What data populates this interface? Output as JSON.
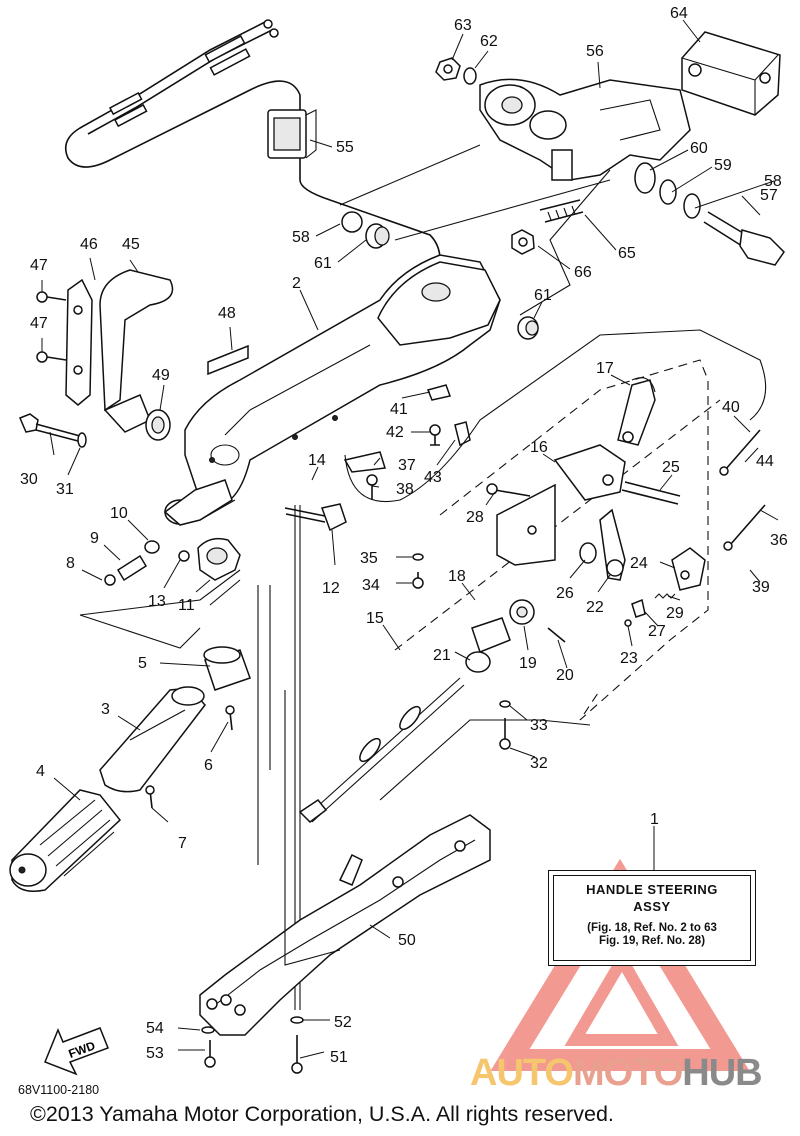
{
  "callouts": [
    "1",
    "2",
    "3",
    "4",
    "5",
    "6",
    "7",
    "8",
    "9",
    "10",
    "11",
    "12",
    "13",
    "14",
    "15",
    "16",
    "17",
    "18",
    "19",
    "20",
    "21",
    "22",
    "23",
    "24",
    "25",
    "26",
    "27",
    "28",
    "29",
    "30",
    "31",
    "32",
    "33",
    "34",
    "35",
    "36",
    "37",
    "38",
    "39",
    "40",
    "41",
    "42",
    "43",
    "44",
    "45",
    "46",
    "47",
    "47",
    "48",
    "49",
    "50",
    "51",
    "52",
    "53",
    "54",
    "55",
    "56",
    "57",
    "58",
    "58",
    "59",
    "60",
    "61",
    "61",
    "62",
    "63",
    "64",
    "65",
    "66"
  ],
  "note": {
    "line1": "HANDLE STEERING",
    "line2": "ASSY",
    "ref1": "(Fig. 18, Ref. No. 2 to 63",
    "ref2": "Fig. 19, Ref. No. 28)"
  },
  "fwd_label": "FWD",
  "diagram_code": "68V1100-2180",
  "copyright": "©2013 Yamaha Motor Corporation, U.S.A. All rights reserved.",
  "watermark": {
    "part1": "AUTO",
    "part2": "MOTO",
    "part3": "HUB",
    "colors": {
      "auto": "#f6c66e",
      "moto": "#e9a08e",
      "hub": "#8a8a8a",
      "triangle": "#e8473a"
    }
  }
}
